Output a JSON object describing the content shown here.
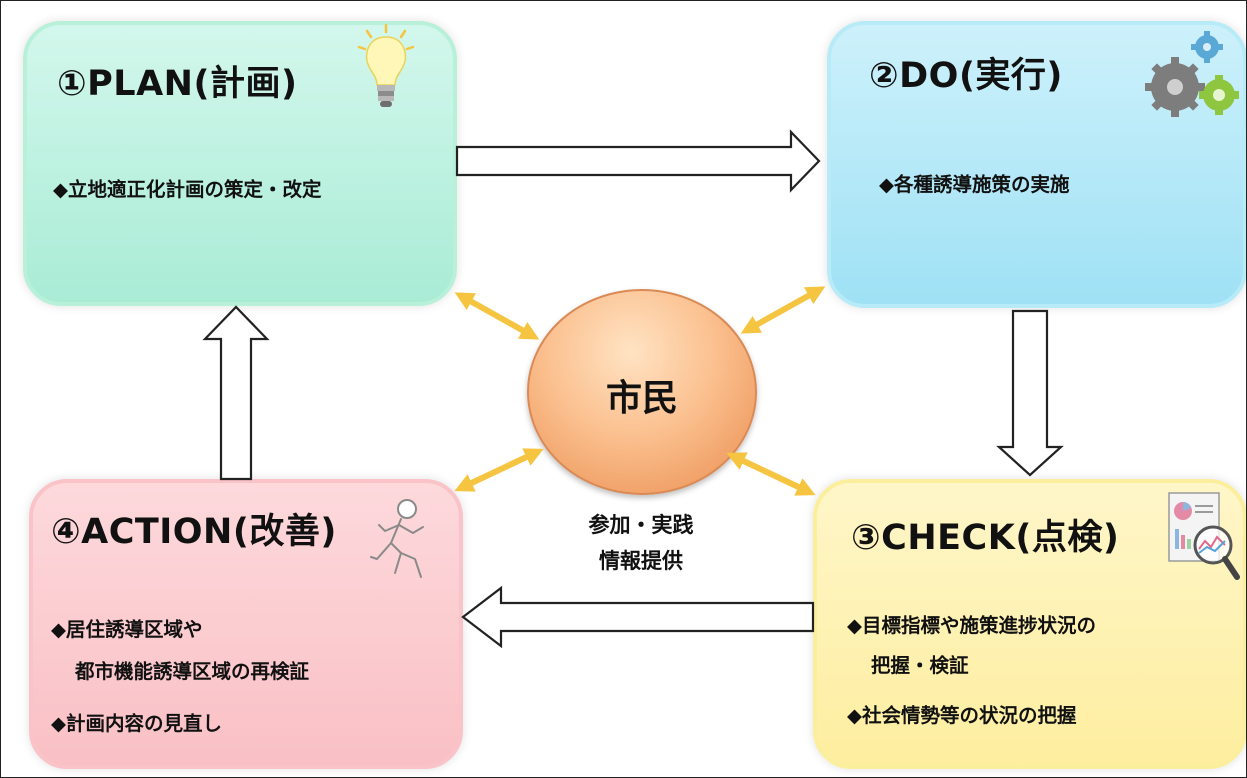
{
  "diagram": {
    "plan": {
      "title": "①PLAN(計画)",
      "items": [
        "◆立地適正化計画の策定・改定"
      ]
    },
    "do": {
      "title": "②DO(実行)",
      "items": [
        "◆各種誘導施策の実施"
      ]
    },
    "check": {
      "title": "③CHECK(点検)",
      "items": [
        "◆目標指標や施策進捗状況の",
        "把握・検証",
        "◆社会情勢等の状況の把握"
      ]
    },
    "action": {
      "title": "④ACTION(改善)",
      "items": [
        "◆居住誘導区域や",
        "都市機能誘導区域の再検証",
        "◆計画内容の見直し"
      ]
    },
    "center": {
      "label": "市民",
      "sub_lines": [
        "参加・実践",
        "情報提供"
      ]
    }
  },
  "colors": {
    "plan": "#bdf1de",
    "do": "#bfeef9",
    "check": "#fff0a8",
    "action": "#fbc9cd",
    "citizen": "#f6a96b",
    "double_arrow": "#f5c542"
  },
  "icons": {
    "plan": "lightbulb-icon",
    "do": "gears-icon",
    "check": "report-magnifier-icon",
    "action": "running-person-icon"
  }
}
